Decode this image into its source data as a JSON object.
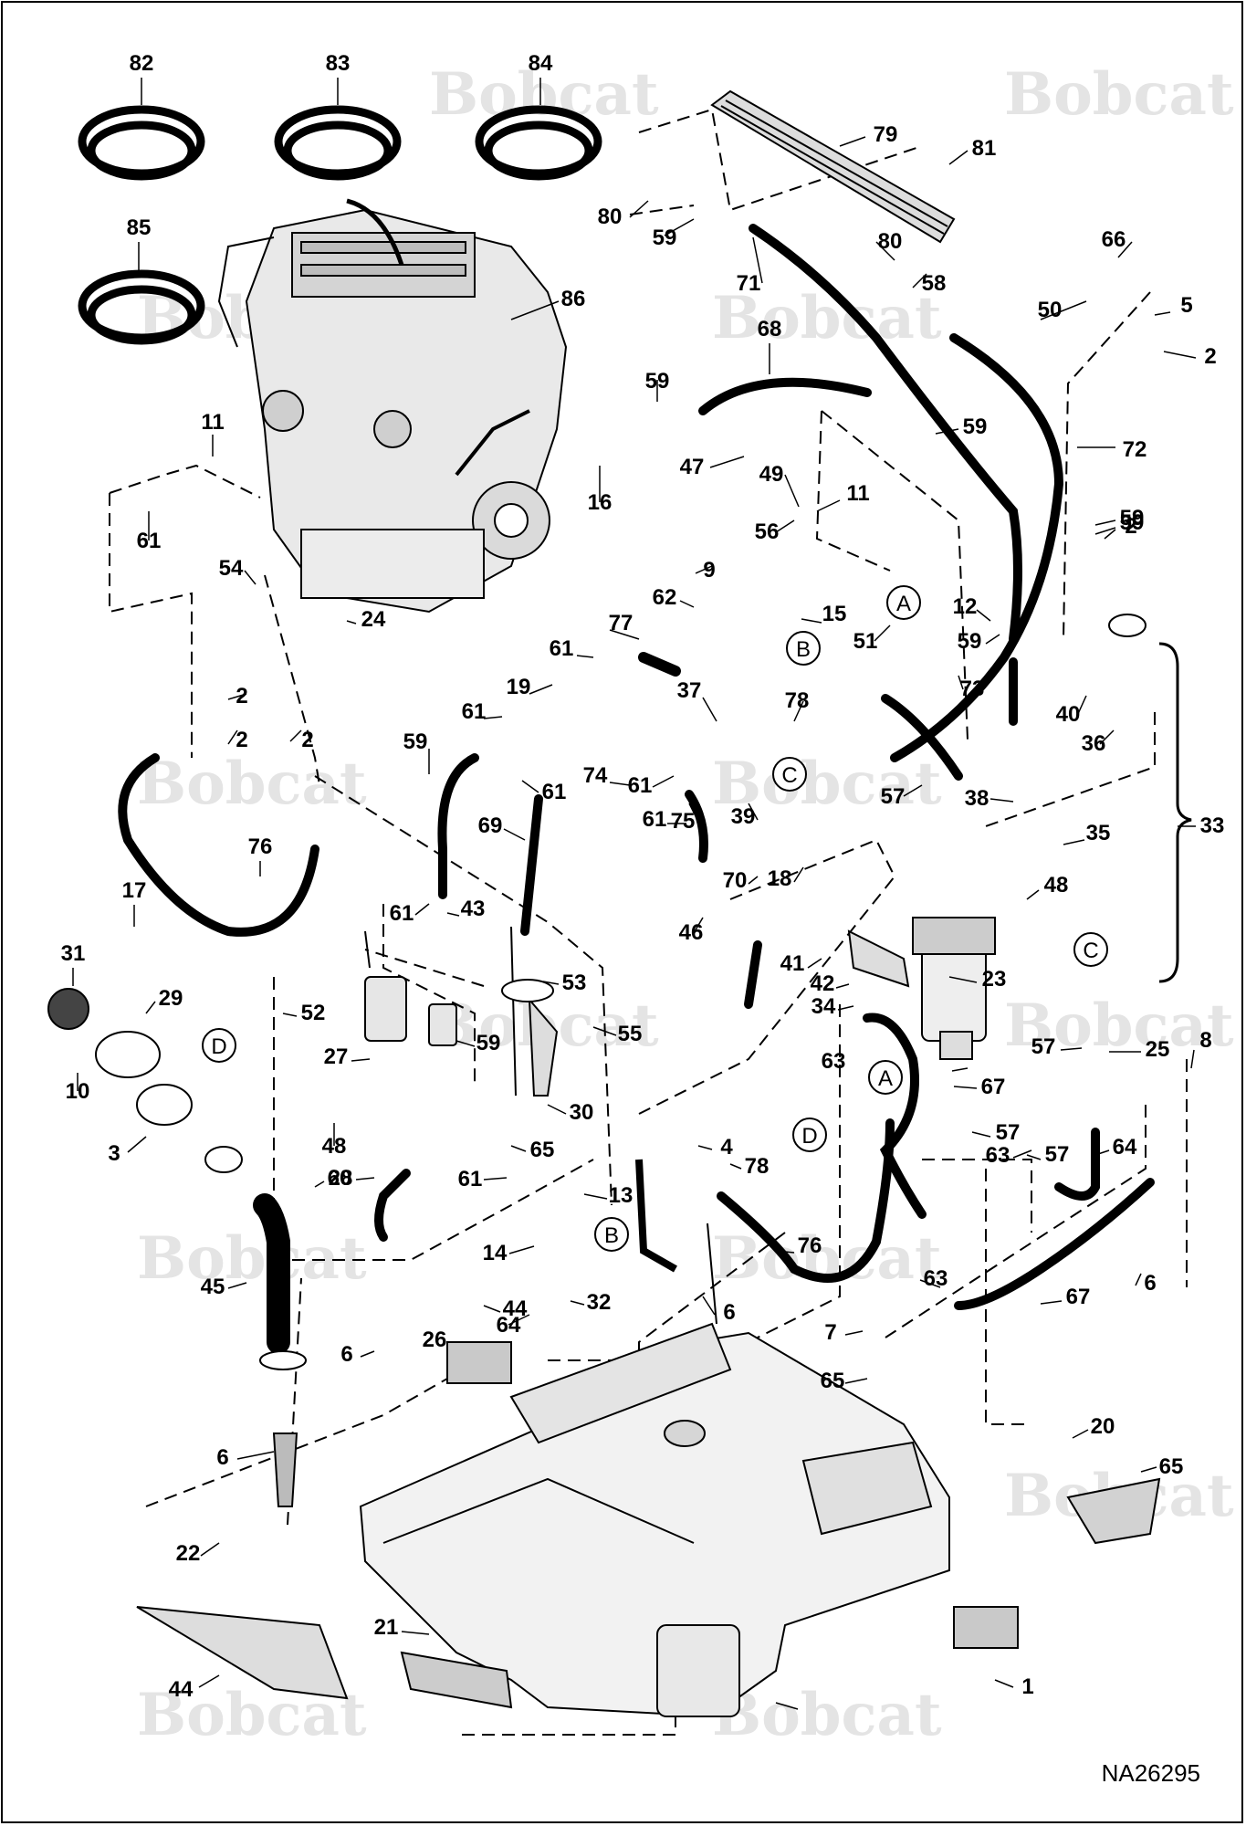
{
  "watermark": "Bobcat",
  "drawing_number": "NA26295",
  "callouts": [
    "82",
    "83",
    "84",
    "85",
    "86",
    "79",
    "81",
    "80",
    "80",
    "59",
    "71",
    "58",
    "66",
    "5",
    "50",
    "2",
    "72",
    "68",
    "59",
    "59",
    "11",
    "61",
    "16",
    "47",
    "49",
    "59",
    "11",
    "56",
    "59",
    "2",
    "9",
    "62",
    "54",
    "24",
    "2",
    "2",
    "2",
    "15",
    "51",
    "12",
    "59",
    "73",
    "77",
    "61",
    "19",
    "37",
    "78",
    "40",
    "36",
    "61",
    "74",
    "59",
    "61",
    "57",
    "38",
    "33",
    "61",
    "76",
    "69",
    "75",
    "39",
    "35",
    "61",
    "61",
    "18",
    "70",
    "43",
    "48",
    "17",
    "46",
    "41",
    "42",
    "34",
    "23",
    "31",
    "29",
    "52",
    "53",
    "59",
    "55",
    "27",
    "57",
    "25",
    "10",
    "3",
    "30",
    "63",
    "67",
    "8",
    "48",
    "65",
    "57",
    "64",
    "60",
    "28",
    "61",
    "4",
    "78",
    "57",
    "63",
    "13",
    "45",
    "14",
    "76",
    "63",
    "67",
    "6",
    "64",
    "6",
    "32",
    "6",
    "44",
    "26",
    "7",
    "6",
    "65",
    "20",
    "65",
    "22",
    "21",
    "44",
    "1"
  ],
  "reference_circles": [
    "A",
    "A",
    "B",
    "B",
    "C",
    "C",
    "D",
    "D"
  ]
}
